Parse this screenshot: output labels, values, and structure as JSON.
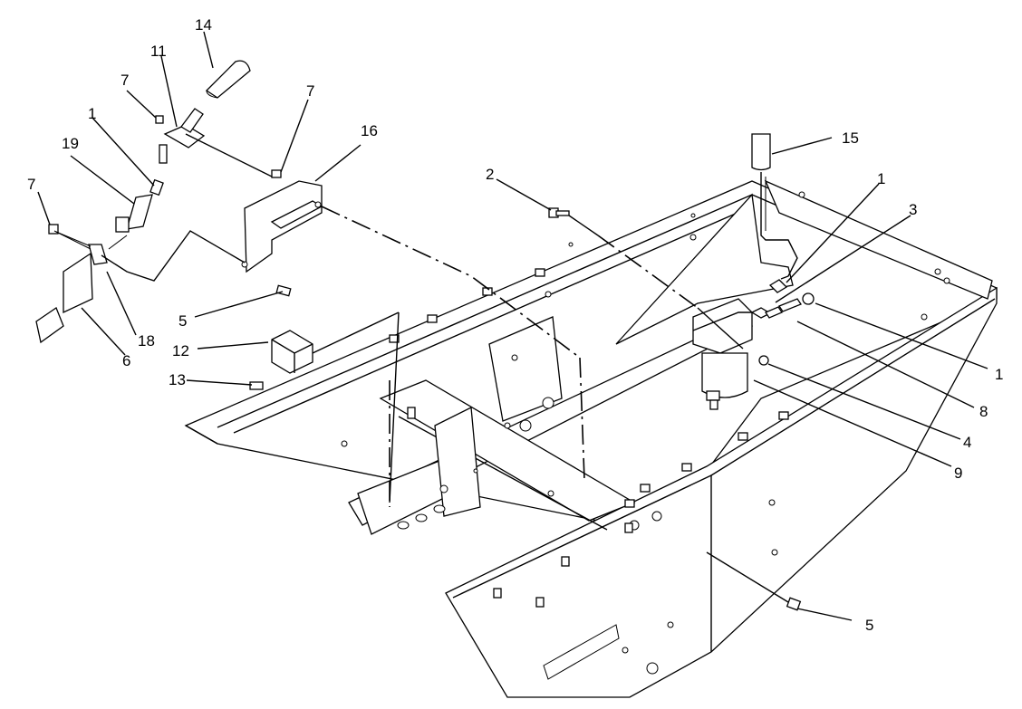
{
  "diagram": {
    "callouts": {
      "c14": "14",
      "c11": "11",
      "c7a": "7",
      "c7b": "7",
      "c7c": "7",
      "c1a": "1",
      "c19": "19",
      "c16": "16",
      "c2": "2",
      "c15": "15",
      "c1b": "1",
      "c3": "3",
      "c1c": "1",
      "c8": "8",
      "c4": "4",
      "c9": "9",
      "c5a": "5",
      "c5b": "5",
      "c12": "12",
      "c13": "13",
      "c6": "6",
      "c18": "18"
    }
  }
}
